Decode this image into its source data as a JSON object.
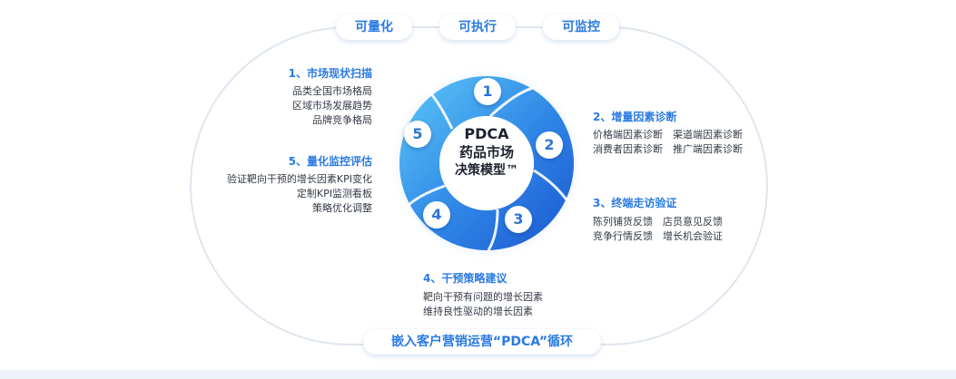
{
  "top_pills": [
    "可量化",
    "可执行",
    "可监控"
  ],
  "bottom_pill": "嵌入客户营销运营“PDCA”循环",
  "center": {
    "line1": "PDCA",
    "line2": "药品市场",
    "line3": "决策模型™"
  },
  "steps": [
    {
      "number": "1",
      "title": "1、市场现状扫描",
      "lines": [
        "品类全国市场格局",
        "区域市场发展趋势",
        "品牌竞争格局"
      ]
    },
    {
      "number": "2",
      "title": "2、增量因素诊断",
      "lines": [
        "价格端因素诊断　渠道端因素诊断",
        "消费者因素诊断　推广端因素诊断"
      ]
    },
    {
      "number": "3",
      "title": "3、终端走访验证",
      "lines": [
        "陈列铺货反馈　店员意见反馈",
        "竞争行情反馈　增长机会验证"
      ]
    },
    {
      "number": "4",
      "title": "4、干预策略建议",
      "lines": [
        "靶向干预有问题的增长因素",
        "维持良性驱动的增长因素"
      ]
    },
    {
      "number": "5",
      "title": "5、量化监控评估",
      "lines": [
        "验证靶向干预的增长因素KPI变化",
        "定制KPI监测看板",
        "策略优化调整"
      ]
    }
  ],
  "colors": {
    "accent": "#2a7ae2",
    "ring_light": "#5cc0f5",
    "ring_dark": "#1f5fd6",
    "track": "#dfe6ef"
  }
}
